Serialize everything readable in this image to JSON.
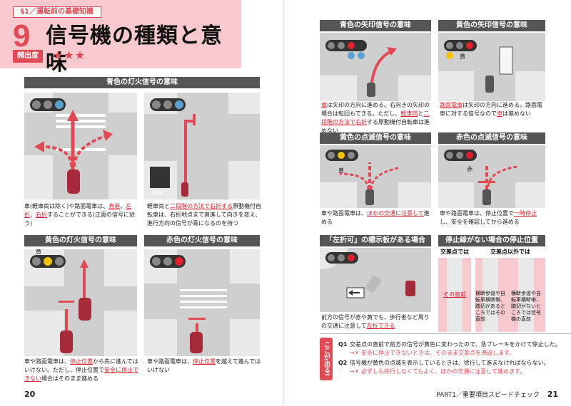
{
  "left": {
    "section_tab": "§1／運転前の基礎知識",
    "chapter_number": "9",
    "chapter_title": "信号機の種類と意味",
    "freq_label": "頻出度",
    "freq_stars": "★★★",
    "green": {
      "title": "青色の灯火信号の意味",
      "caption_a1": "車(軽車両は除く)や路面電車は、",
      "caption_a2": "直進",
      "caption_a3": "、",
      "caption_a4": "左折",
      "caption_a5": "、",
      "caption_a6": "右折",
      "caption_a7": "することができる(正面の信号に従う)",
      "caption_b1": "軽車両と",
      "caption_b2": "二段階の方法で右折する",
      "caption_b3": "原動機付自転車は、右折地点まで直進して向きを変え、進行方向の信号が青になるのを待つ",
      "sign_text": "原付"
    },
    "yellow": {
      "title": "黄色の灯火信号の意味",
      "light_label": "黄",
      "caption1": "車や路面電車は、",
      "caption2": "停止位置",
      "caption3": "から先に進んではいけない。ただし、停止位置で",
      "caption4": "安全に停止できない",
      "caption5": "場合はそのまま進める"
    },
    "red": {
      "title": "赤色の灯火信号の意味",
      "caption1": "車や路面電車は、",
      "caption2": "停止位置",
      "caption3": "を越えて進んではいけない"
    },
    "page_number": "20"
  },
  "right": {
    "green_arrow": {
      "title": "青色の矢印信号の意味",
      "caption1": "車",
      "caption2": "は矢印の方向に進める。右向きの矢印の場合は転回もできる。ただし、",
      "caption3": "軽車両",
      "caption4": "と",
      "caption5": "二段階の方法で右折",
      "caption6": "する原動機付自転車は進めない"
    },
    "yellow_arrow": {
      "title": "黄色の矢印信号の意味",
      "light_label": "黄",
      "caption1": "路面電車",
      "caption2": "は矢印の方向に進める。路面電車に対する信号なので",
      "caption3": "車",
      "caption4": "は進めない"
    },
    "yellow_flash": {
      "title": "黄色の点滅信号の意味",
      "light_label": "黄",
      "caption1": "車や路面電車は、",
      "caption2": "ほかの交通に注意して",
      "caption3": "進める"
    },
    "red_flash": {
      "title": "赤色の点滅信号の意味",
      "light_label": "赤",
      "caption1": "車や路面電車は、停止位置で",
      "caption2": "一時停止",
      "caption3": "し、安全を確認してから進める"
    },
    "left_turn_ok": {
      "title": "「左折可」の標示板がある場合",
      "caption1": "前方の信号が赤や黄でも、歩行者など周りの交通に注意して",
      "caption2": "左折できる"
    },
    "no_stop_line": {
      "title": "停止線がない場合の停止位置",
      "col1": "交差点では",
      "col2": "交差点以外では",
      "label1": "その直前",
      "label2": "横断歩道や自転車横断帯、踏切があるところではその直前",
      "label3": "横断歩道や自転車横断帯、踏切がないところでは信号機の直前",
      "label3_red": "信号機の直前"
    },
    "qa": {
      "tab": "ここが出る!",
      "q1_num": "Q1",
      "q1": "交差点の直前で前方の信号が黄色に変わったので、急ブレーキをかけて停止した。",
      "a1": "→✕ 安全に停止できないときは、そのまま交差点を通過します。",
      "q2_num": "Q2",
      "q2": "信号機が黄色の点滅を表示しているときは、徐行して進まなければならない。",
      "a2": "→✕ 必ずしも徐行しなくてもよく、ほかの交通に注意して進めます。"
    },
    "footer": "PART1／重要項目スピードチェック",
    "page_number": "21"
  }
}
